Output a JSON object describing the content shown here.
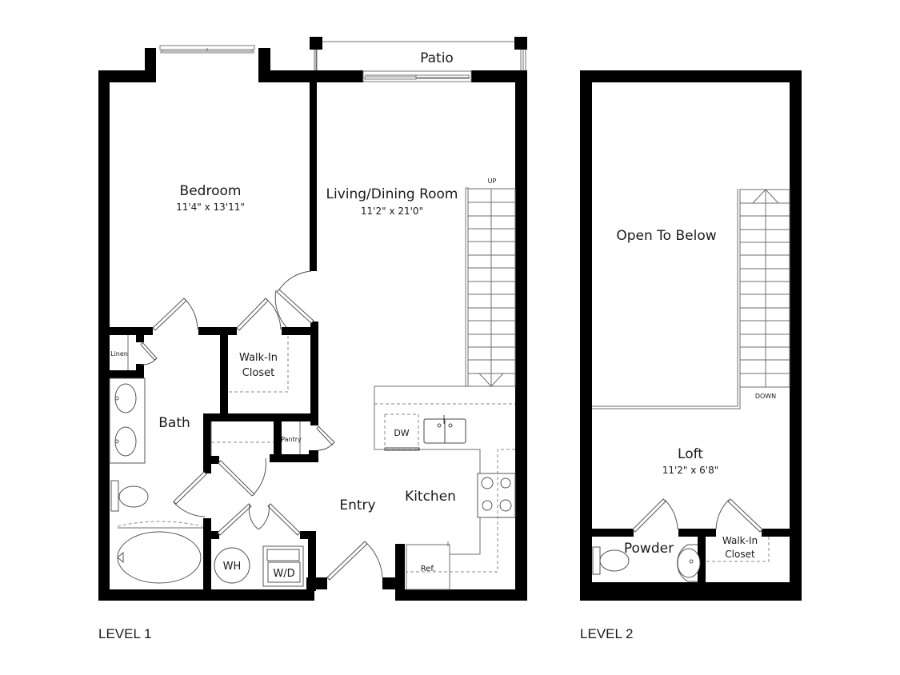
{
  "level1": {
    "caption": "LEVEL 1",
    "rooms": {
      "patio": {
        "label": "Patio"
      },
      "bedroom": {
        "label": "Bedroom",
        "dims": "11'4\" x 13'11\""
      },
      "living": {
        "label": "Living/Dining Room",
        "dims": "11'2\" x 21'0\""
      },
      "walkin_closet": {
        "label_line1": "Walk-In",
        "label_line2": "Closet"
      },
      "linen": {
        "label": "Linen"
      },
      "bath": {
        "label": "Bath"
      },
      "pantry": {
        "label": "Pantry"
      },
      "entry": {
        "label": "Entry"
      },
      "kitchen": {
        "label": "Kitchen"
      }
    },
    "fixtures": {
      "stairs_direction": "UP",
      "dishwasher": "DW",
      "refrigerator": "Ref.",
      "water_heater": "WH",
      "washer_dryer": "W/D"
    }
  },
  "level2": {
    "caption": "LEVEL 2",
    "rooms": {
      "open_to_below": {
        "label": "Open To Below"
      },
      "loft": {
        "label": "Loft",
        "dims": "11'2\" x 6'8\""
      },
      "powder": {
        "label": "Powder"
      },
      "walkin_closet": {
        "label_line1": "Walk-In",
        "label_line2": "Closet"
      }
    },
    "fixtures": {
      "stairs_direction": "DOWN"
    }
  },
  "colors": {
    "wall": "#000000",
    "background": "#ffffff",
    "line": "#6e6e6e"
  }
}
